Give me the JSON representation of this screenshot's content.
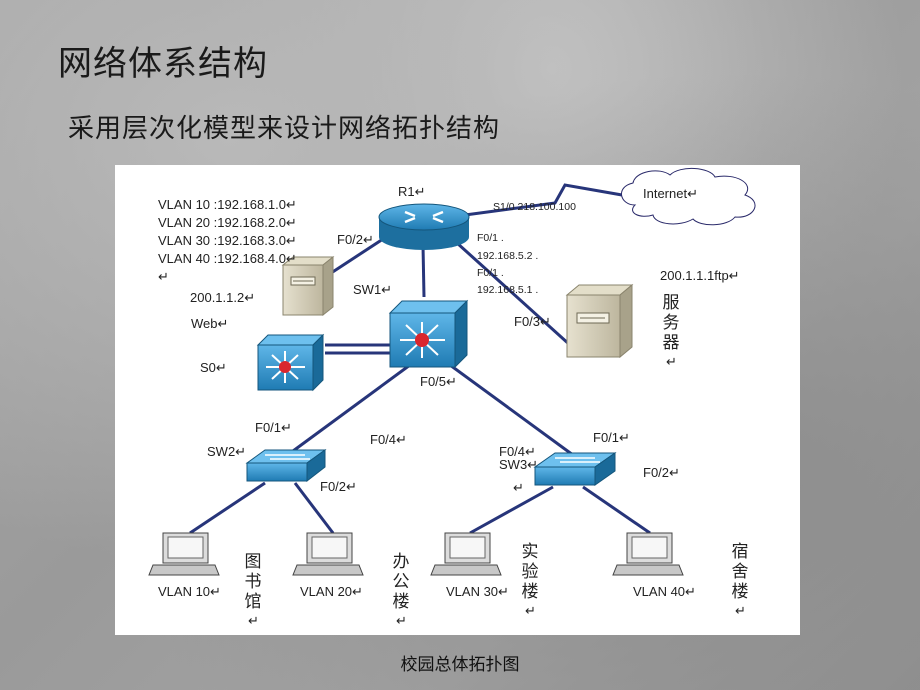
{
  "slide": {
    "title": "网络体系结构",
    "subtitle": "采用层次化模型来设计网络拓扑结构",
    "caption": "校园总体拓扑图"
  },
  "diagram": {
    "vlans": {
      "v10": "VLAN 10 :192.168.1.0↵",
      "v20": "VLAN 20 :192.168.2.0↵",
      "v30": "VLAN 30 :192.168.3.0↵",
      "v40": "VLAN 40 :192.168.4.0↵",
      "mark": "↵"
    },
    "router": {
      "label": "R1↵",
      "s10": "S1/0 218.100.100",
      "f02": "F0/2↵",
      "f01a": "F0/1 .",
      "ip52": "192.168.5.2 .",
      "f01b": "F0/1 .",
      "ip51": "192.168.5.1 ."
    },
    "internet": {
      "label": "Internet↵"
    },
    "web_server": {
      "ip": "200.1.1.2↵",
      "name": "Web↵"
    },
    "ftp_server": {
      "ip": "200.1.1.1ftp↵",
      "f03": "F0/3↵",
      "name": "服务器",
      "mark": "↵"
    },
    "sw1": {
      "label": "SW1↵",
      "f05": "F0/5↵"
    },
    "s0": {
      "label": "S0↵"
    },
    "sw2": {
      "label": "SW2↵",
      "f01": "F0/1↵",
      "f04": "F0/4↵",
      "f02": "F0/2↵"
    },
    "sw3": {
      "label": "SW3↵",
      "f04": "F0/4↵",
      "f01": "F0/1↵",
      "f02": "F0/2↵",
      "mark": "↵"
    },
    "pcs": [
      {
        "vlan": "VLAN 10↵",
        "building": "图书馆",
        "mark": "↵"
      },
      {
        "vlan": "VLAN 20↵",
        "building": "办公楼",
        "mark": "↵"
      },
      {
        "vlan": "VLAN 30↵",
        "building": "实验楼",
        "mark": "↵"
      },
      {
        "vlan": "VLAN 40↵",
        "building": "宿舍楼",
        "mark": "↵"
      }
    ]
  },
  "colors": {
    "device_blue": "#2b8fc9",
    "device_dark": "#1d6f9f",
    "server_beige": "#cfc9b4",
    "link": "#27357a"
  }
}
